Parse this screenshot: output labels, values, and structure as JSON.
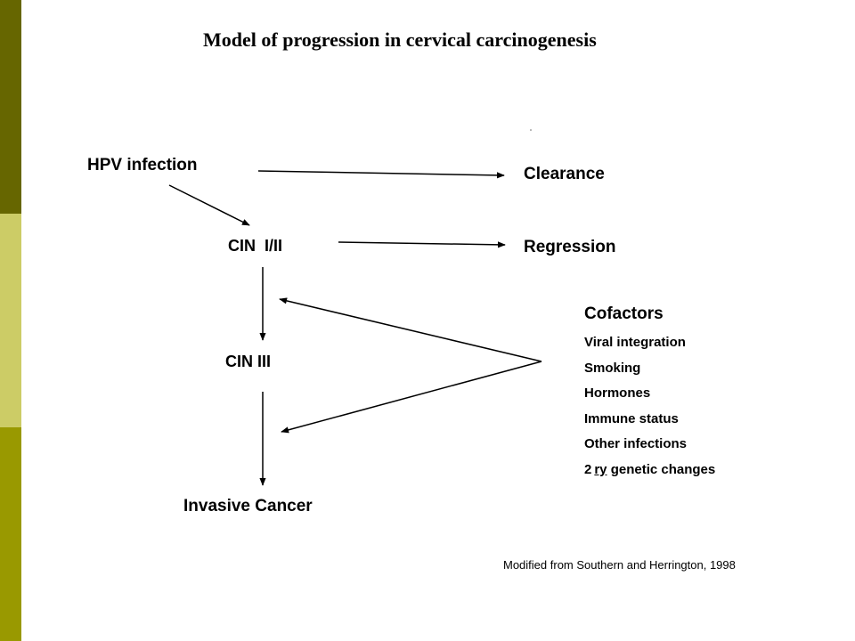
{
  "title": "Model of progression in cervical carcinogenesis",
  "nodes": {
    "hpv_infection": "HPV infection",
    "clearance": "Clearance",
    "cin_1_2": "CIN  I/II",
    "regression": "Regression",
    "cin_3": "CIN III",
    "invasive_cancer": "Invasive Cancer"
  },
  "cofactors": {
    "heading": "Cofactors",
    "items": [
      "Viral integration",
      "Smoking",
      "Hormones",
      "Immune status",
      "Other infections"
    ],
    "last_item": {
      "number": "2",
      "suffix": "ry",
      "text": " genetic changes"
    }
  },
  "footnote": "Modified from Southern and Herrington, 1998",
  "colors": {
    "sidebar_top": "#666600",
    "sidebar_middle": "#cccc66",
    "sidebar_bottom": "#999900",
    "line": "#000000"
  }
}
